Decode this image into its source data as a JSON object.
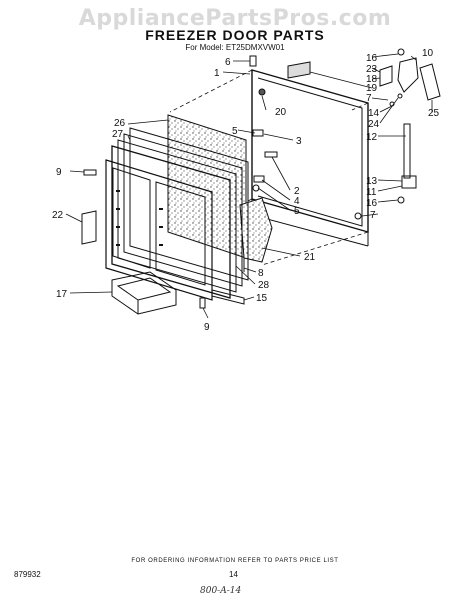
{
  "watermark": "AppliancePartsPros.com",
  "title": "FREEZER DOOR PARTS",
  "model_line": "For Model: ET25DMXVW01",
  "labels": [
    {
      "id": "1",
      "text": "1"
    },
    {
      "id": "6",
      "text": "6"
    },
    {
      "id": "16a",
      "text": "16"
    },
    {
      "id": "10",
      "text": "10"
    },
    {
      "id": "23",
      "text": "23"
    },
    {
      "id": "18",
      "text": "18"
    },
    {
      "id": "19",
      "text": "19"
    },
    {
      "id": "7a",
      "text": "7"
    },
    {
      "id": "20",
      "text": "20"
    },
    {
      "id": "14",
      "text": "14"
    },
    {
      "id": "24",
      "text": "24"
    },
    {
      "id": "25",
      "text": "25"
    },
    {
      "id": "26",
      "text": "26"
    },
    {
      "id": "27",
      "text": "27"
    },
    {
      "id": "5a",
      "text": "5"
    },
    {
      "id": "3",
      "text": "3"
    },
    {
      "id": "12",
      "text": "12"
    },
    {
      "id": "9a",
      "text": "9"
    },
    {
      "id": "2",
      "text": "2"
    },
    {
      "id": "4",
      "text": "4"
    },
    {
      "id": "5b",
      "text": "5"
    },
    {
      "id": "13",
      "text": "13"
    },
    {
      "id": "11",
      "text": "11"
    },
    {
      "id": "16b",
      "text": "16"
    },
    {
      "id": "7b",
      "text": "7"
    },
    {
      "id": "22",
      "text": "22"
    },
    {
      "id": "21",
      "text": "21"
    },
    {
      "id": "8",
      "text": "8"
    },
    {
      "id": "28",
      "text": "28"
    },
    {
      "id": "17",
      "text": "17"
    },
    {
      "id": "15",
      "text": "15"
    },
    {
      "id": "9b",
      "text": "9"
    }
  ],
  "footer": "FOR ORDERING INFORMATION REFER TO PARTS PRICE LIST",
  "doc_number": "879932",
  "page_number": "14",
  "handwritten": "800-A-14"
}
